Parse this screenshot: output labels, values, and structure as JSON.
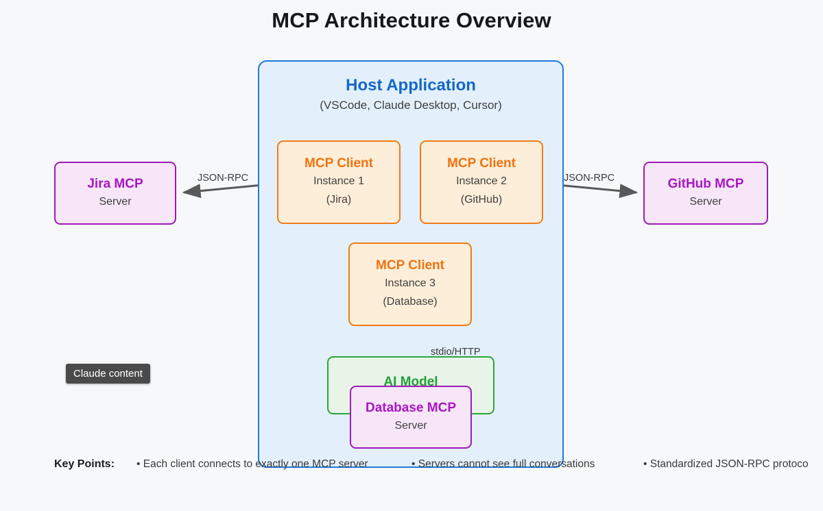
{
  "page": {
    "title": "MCP Architecture Overview",
    "background_color": "#f7f8fa"
  },
  "host": {
    "title": "Host Application",
    "subtitle": "(VSCode, Claude Desktop, Cursor)",
    "border_color": "#1f7ae0",
    "fill_color": "#e3f0fb"
  },
  "clients": [
    {
      "title": "MCP Client",
      "line2": "Instance 1",
      "line3": "(Jira)"
    },
    {
      "title": "MCP Client",
      "line2": "Instance 2",
      "line3": "(GitHub)"
    },
    {
      "title": "MCP Client",
      "line2": "Instance 3",
      "line3": "(Database)"
    }
  ],
  "servers": [
    {
      "title": "Jira MCP",
      "line2": "Server"
    },
    {
      "title": "GitHub MCP",
      "line2": "Server"
    },
    {
      "title": "Database MCP",
      "line2": "Server"
    }
  ],
  "ai_model": {
    "title": "AI Model",
    "border_color": "#2aa538",
    "fill_color": "#e9f4e8"
  },
  "edges": [
    {
      "label": "JSON-RPC"
    },
    {
      "label": "JSON-RPC"
    },
    {
      "label": "stdio/HTTP"
    }
  ],
  "tooltip": {
    "text": "Claude content",
    "background_color": "#4a4a4a"
  },
  "key_points": {
    "label": "Key Points:",
    "items": [
      "• Each client connects to exactly one MCP server",
      "• Servers cannot see full conversations",
      "• Standardized JSON-RPC protoco"
    ]
  },
  "colors": {
    "client_border": "#f07c16",
    "client_fill": "#fdeed9",
    "client_title": "#f07310",
    "server_border": "#9d1bb5",
    "server_fill": "#f6e6f8",
    "server_title": "#a916c4",
    "arrow": "#595959"
  }
}
